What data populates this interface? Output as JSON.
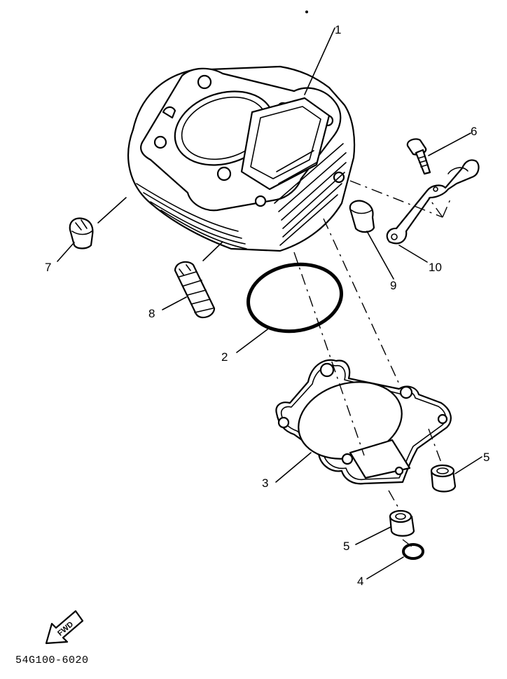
{
  "callouts": {
    "c1": "1",
    "c2": "2",
    "c3": "3",
    "c4": "4",
    "c5a": "5",
    "c5b": "5",
    "c6": "6",
    "c7": "7",
    "c8": "8",
    "c9": "9",
    "c10": "10"
  },
  "fwd_label": "FWD",
  "diagram_code": "54G100-6020"
}
